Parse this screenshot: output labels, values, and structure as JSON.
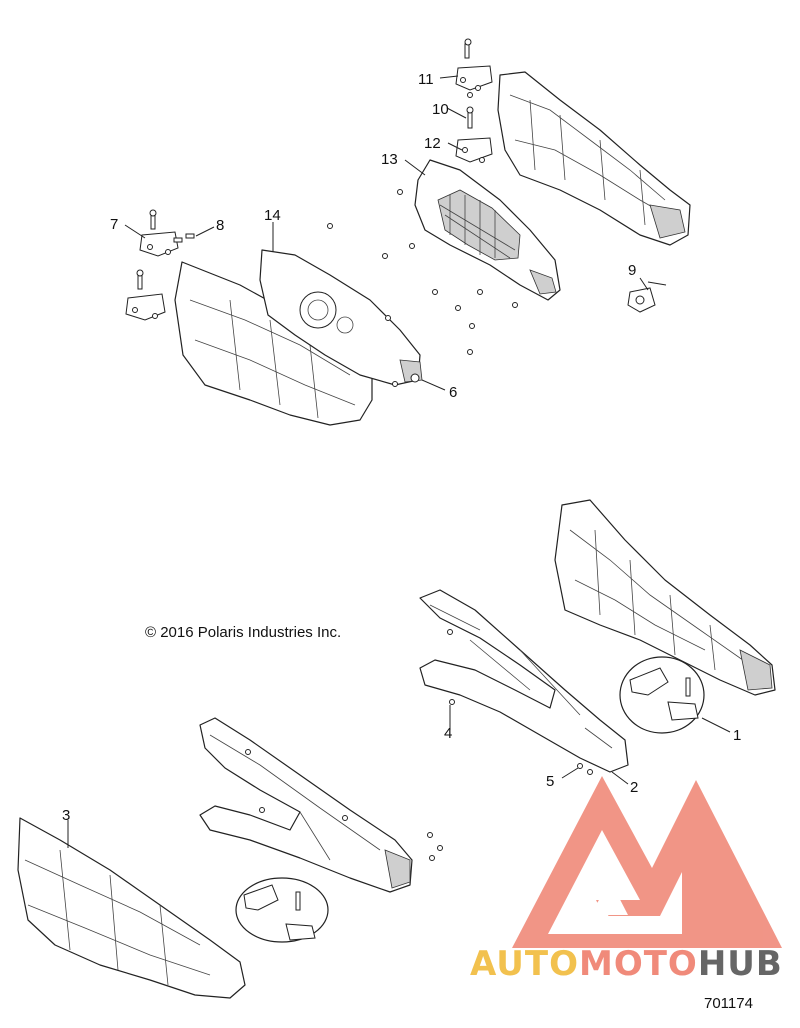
{
  "copyright": "© 2016 Polaris Industries Inc.",
  "document_number": "701174",
  "watermark": {
    "text_part1": "AUTO",
    "text_part2": "MOTO",
    "text_part3": "HUB",
    "colors": {
      "auto": "#f2c14e",
      "moto": "#f08a7a",
      "hub": "#666666",
      "logo": "#f08a7a"
    }
  },
  "callouts": [
    "1",
    "2",
    "3",
    "4",
    "5",
    "6",
    "7",
    "8",
    "9",
    "10",
    "11",
    "12",
    "13",
    "14"
  ]
}
